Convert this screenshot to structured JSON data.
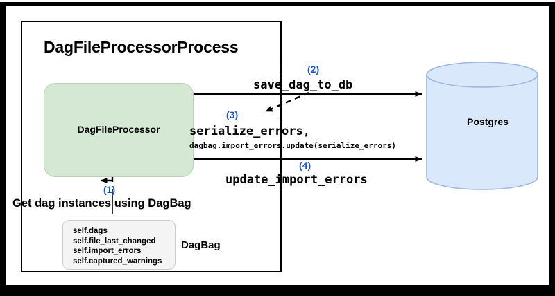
{
  "diagram": {
    "title": "DagFileProcessorProcess",
    "nodes": {
      "process_container": {
        "label": "DagFileProcessorProcess"
      },
      "dag_file_processor": {
        "label": "DagFileProcessor",
        "fill": "#d5e8d4"
      },
      "postgres": {
        "label": "Postgres",
        "fill": "#dae8fc"
      },
      "dagbag": {
        "title": "DagBag",
        "fill": "#f4f4f4",
        "attributes": "self.dags\nself.file_last_changed\nself.import_errors\nself.captured_warnings",
        "attribute_list": [
          "self.dags",
          "self.file_last_changed",
          "self.import_errors",
          "self.captured_warnings"
        ]
      }
    },
    "edges": [
      {
        "step": "(1)",
        "label": "Get dag instances using DagBag",
        "from": "dagbag",
        "to": "dag_file_processor",
        "style": "solid",
        "font": "sans"
      },
      {
        "step": "(2)",
        "label": "save_dag_to_db",
        "from": "dag_file_processor",
        "to": "postgres",
        "style": "solid",
        "font": "mono"
      },
      {
        "step": "(3)",
        "label": "serialize_errors,",
        "sublabel": "dagbag.import_errors.update(serialize_errors)",
        "from": "postgres",
        "to": "dag_file_processor",
        "style": "dashed",
        "font": "mono"
      },
      {
        "step": "(4)",
        "label": "update_import_errors",
        "from": "dag_file_processor",
        "to": "postgres",
        "style": "solid",
        "font": "mono"
      }
    ],
    "colors": {
      "step_number": "#1a53d0",
      "green_fill": "#d5e8d4",
      "blue_fill": "#dae8fc",
      "stroke": "#000000",
      "frame": "#000000",
      "canvas": "#ffffff"
    }
  }
}
